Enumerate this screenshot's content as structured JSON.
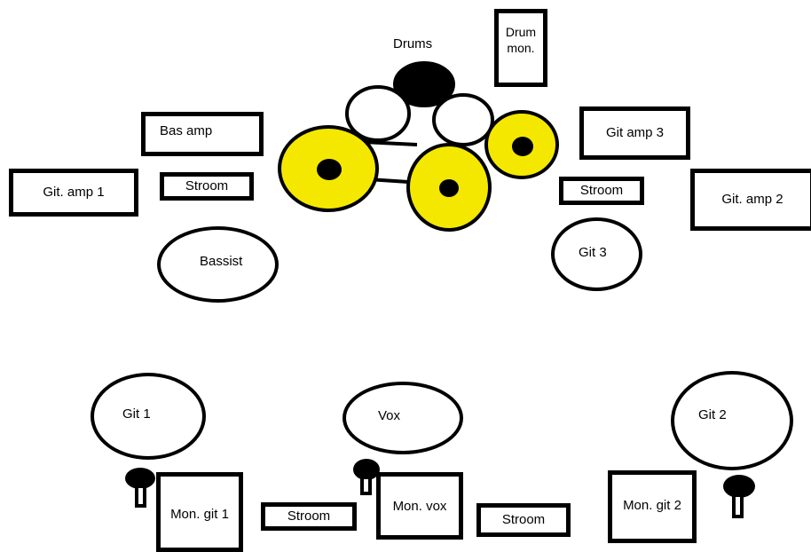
{
  "labels": {
    "drums": "Drums",
    "drum_mon": "Drum\nmon.",
    "bas_amp": "Bas amp",
    "git_amp_1": "Git. amp 1",
    "stroom_1": "Stroom",
    "bassist": "Bassist",
    "git_amp_3": "Git amp 3",
    "stroom_2": "Stroom",
    "git_amp_2": "Git. amp 2",
    "git_3": "Git 3",
    "git_1": "Git 1",
    "vox": "Vox",
    "git_2": "Git 2",
    "mon_git_1": "Mon. git 1",
    "stroom_3": "Stroom",
    "mon_vox": "Mon. vox",
    "stroom_4": "Stroom",
    "mon_git_2": "Mon. git 2"
  },
  "colors": {
    "cymbal": "#f5e800",
    "outline": "#000000",
    "bass_drum": "#000000",
    "background": "#ffffff"
  }
}
